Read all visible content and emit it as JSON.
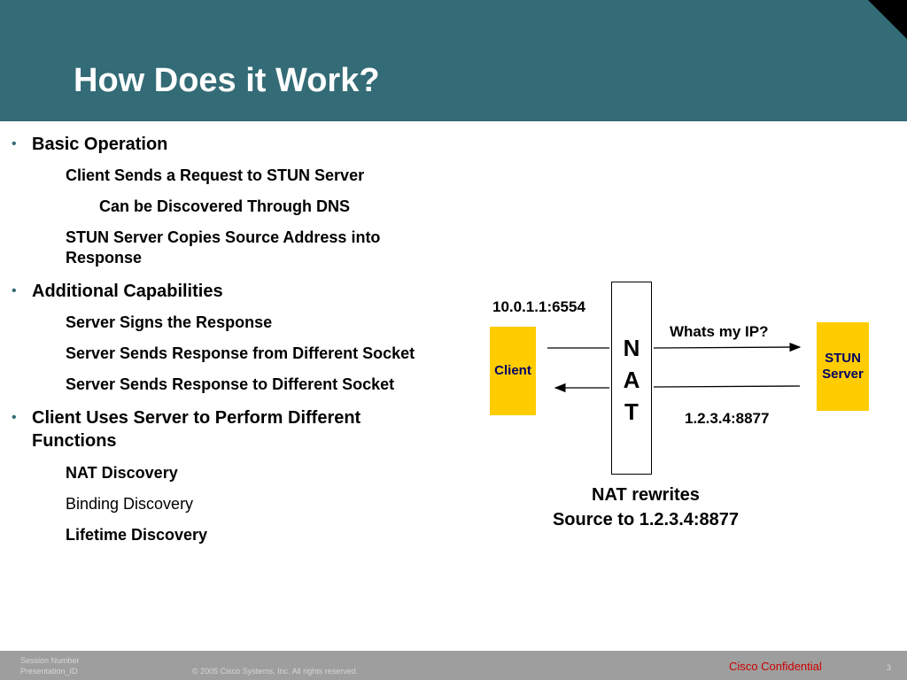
{
  "slide": {
    "title": "How Does it Work?"
  },
  "bullets": [
    {
      "text": "Basic Operation",
      "subitems": [
        {
          "text": "Client Sends a Request to STUN Server",
          "subitems": [
            {
              "text": "Can be Discovered Through DNS"
            }
          ]
        },
        {
          "text": "STUN Server Copies Source Address into",
          "text2": "Response"
        }
      ]
    },
    {
      "text": "Additional Capabilities",
      "subitems": [
        {
          "text": "Server Signs the Response"
        },
        {
          "text": "Server Sends Response from Different Socket"
        },
        {
          "text": "Server Sends Response to Different Socket"
        }
      ]
    },
    {
      "text": "Client Uses Server to Perform Different",
      "text2": "Functions",
      "subitems": [
        {
          "text": "NAT Discovery"
        },
        {
          "text": "Binding Discovery"
        },
        {
          "text": "Lifetime Discovery"
        }
      ]
    }
  ],
  "diagram": {
    "client_addr": "10.0.1.1:6554",
    "client_label": "Client",
    "nat_letters": [
      "N",
      "A",
      "T"
    ],
    "request_label": "Whats my IP?",
    "stun_label_line1": "STUN",
    "stun_label_line2": "Server",
    "public_addr": "1.2.3.4:8877",
    "caption_line1": "NAT rewrites",
    "caption_line2": "Source to 1.2.3.4:8877",
    "colors": {
      "box_fill": "#ffcc00",
      "box_text": "#000066"
    }
  },
  "footer": {
    "session_number": "Session Number",
    "presentation_id": "Presentation_ID",
    "copyright": "© 2005 Cisco Systems, Inc. All rights reserved.",
    "confidential": "Cisco Confidential",
    "page_number": "3"
  },
  "colors": {
    "header": "#336b76",
    "footer": "#9e9e9e",
    "confidential": "#cc0000"
  }
}
